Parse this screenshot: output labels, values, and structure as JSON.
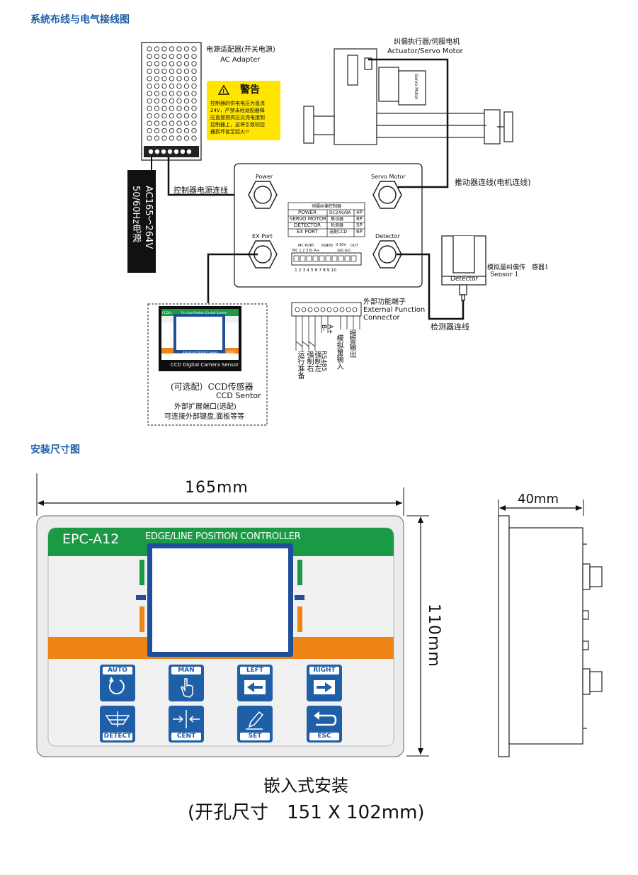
{
  "sections": {
    "wiring_title": "系统布线与电气接线图",
    "install_title": "安装尺寸图"
  },
  "wiring": {
    "adapter_cn": "电源适配器(开关电源)",
    "adapter_en": "AC Adapter",
    "warning_title": "警告",
    "warning_text": [
      "控制器的供电电压为直流",
      "24V，严禁未经适配器降",
      "压直接把高压交流电接到",
      "控制器上，这将引致较控",
      "器损坏甚至起火!!"
    ],
    "ac_label_1": "AC165～264V",
    "ac_label_2": "50/60Hz电源",
    "power_cable": "控制器电源连线",
    "actuator_cn": "纠偏执行器/伺服电机",
    "actuator_en": "Actuator/Servo Motor",
    "actuator_cable": "推动器连线(电机连线)",
    "servo_motor_text": "Servo Motor",
    "port_power": "Power",
    "port_servo": "Servo Motor",
    "port_ex": "EX Port",
    "port_detector": "Detector",
    "table_title": "伺服纠偏控制器",
    "table_rows": [
      [
        "POWER",
        "DC24V/8A",
        "4P"
      ],
      [
        "SERVO MOTOR",
        "推动器",
        "8P"
      ],
      [
        "DETECTOR",
        "检测器",
        "5P"
      ],
      [
        "EX PORT",
        "选配CCD",
        "6P"
      ]
    ],
    "term_mc_port": "MC PORT",
    "term_rs485": "RS485",
    "term_010v": "0-10V",
    "term_out": "OUT",
    "term_top_nums": "MC  1   2   3   B-  A+",
    "term_sub": "GND ADO",
    "term_numbers": "1  2  3  4  5  6  7  8  9  10",
    "ext_cn": "外部功能端子",
    "ext_en_1": "External Function",
    "ext_en_2": "Connector",
    "sensor_label_1": "模拟量纠偏传　感器1",
    "sensor_label_2": "Sensor 1",
    "detector_label": "Detector",
    "detector_cable": "检测器连线",
    "ccd_cn": "(可选配）CCD传感器",
    "ccd_en": "CCD Sentor",
    "ccd_ext_1": "外部扩展端口(选配)",
    "ccd_ext_2": "可连接外部键盘,面板等等",
    "ccd_screen_caption": "CCD Digital Camera Sensor",
    "ccd_screen_top": "CCD01",
    "ccd_screen_head": "For Line Position Control System",
    "ccd_screen_foot": "Industrial Digital Camera",
    "ccd_screen_ver": "1000Z",
    "vertical_labels": [
      "运行准备",
      "强制右",
      "强制左",
      "RS485",
      "B-",
      "A+",
      "模拟量输入",
      "报警输出"
    ]
  },
  "install": {
    "width_dim": "165mm",
    "height_dim": "110mm",
    "depth_dim": "40mm",
    "brand": "EPC-A12",
    "header_text": "EDGE/LINE POSITION CONTROLLER",
    "buttons": [
      {
        "label": "AUTO",
        "icon": "auto-icon"
      },
      {
        "label": "MAN",
        "icon": "hand-icon"
      },
      {
        "label": "LEFT",
        "icon": "arrow-left-icon"
      },
      {
        "label": "RIGHT",
        "icon": "arrow-right-icon"
      },
      {
        "label": "DETECT",
        "icon": "detect-icon"
      },
      {
        "label": "CENT",
        "icon": "center-icon"
      },
      {
        "label": "SET",
        "icon": "pencil-icon"
      },
      {
        "label": "ESC",
        "icon": "return-icon"
      }
    ],
    "caption_1": "嵌入式安装",
    "caption_2": "(开孔尺寸　151 X 102mm)"
  },
  "colors": {
    "title_blue": "#1f5fa8",
    "panel_green": "#1a9a45",
    "panel_orange": "#ef8516",
    "button_blue": "#1f5fa8",
    "screen_frame": "#1f4f9a",
    "warning_yellow": "#ffe500"
  }
}
